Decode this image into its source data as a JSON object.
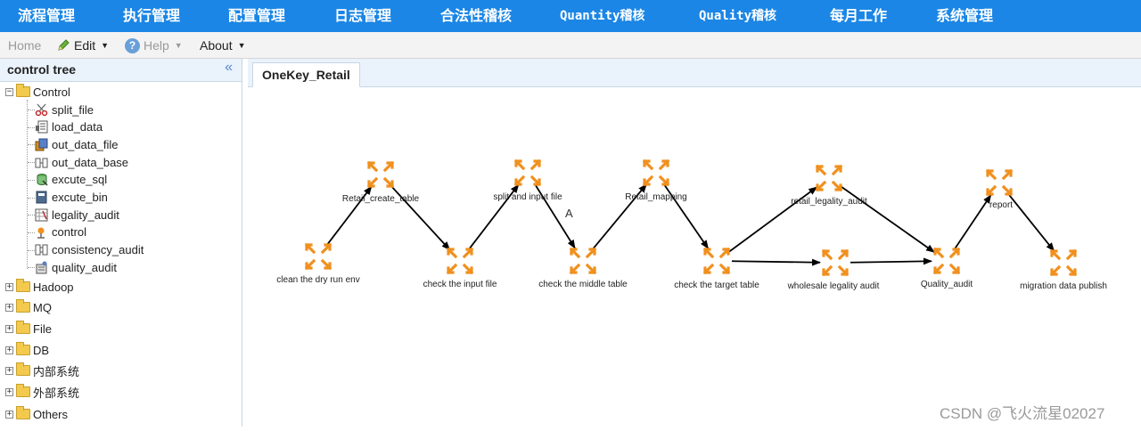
{
  "topnav": {
    "items": [
      {
        "label": "流程管理"
      },
      {
        "label": "执行管理"
      },
      {
        "label": "配置管理"
      },
      {
        "label": "日志管理"
      },
      {
        "label": "合法性稽核"
      },
      {
        "label": "Quantity稽核"
      },
      {
        "label": "Quality稽核"
      },
      {
        "label": "每月工作"
      },
      {
        "label": "系统管理"
      }
    ]
  },
  "menubar": {
    "home": "Home",
    "edit": "Edit",
    "help": "Help",
    "about": "About"
  },
  "sidebar": {
    "title": "control tree",
    "collapse_glyph": "«",
    "root": "Control",
    "children": [
      {
        "label": "split_file",
        "icon": "scissors-icon"
      },
      {
        "label": "load_data",
        "icon": "document-load-icon"
      },
      {
        "label": "out_data_file",
        "icon": "file-export-icon"
      },
      {
        "label": "out_data_base",
        "icon": "database-export-icon"
      },
      {
        "label": "excute_sql",
        "icon": "sql-icon"
      },
      {
        "label": "excute_bin",
        "icon": "binary-icon"
      },
      {
        "label": "legality_audit",
        "icon": "audit-sheet-icon"
      },
      {
        "label": "control",
        "icon": "control-icon"
      },
      {
        "label": "consistency_audit",
        "icon": "consistency-icon"
      },
      {
        "label": "quality_audit",
        "icon": "quality-icon"
      }
    ],
    "folders": [
      {
        "label": "Hadoop"
      },
      {
        "label": "MQ"
      },
      {
        "label": "File"
      },
      {
        "label": "DB"
      },
      {
        "label": "内部系统"
      },
      {
        "label": "外部系统"
      },
      {
        "label": "Others"
      }
    ]
  },
  "tabs": [
    {
      "label": "OneKey_Retail"
    }
  ],
  "flow": {
    "nodes": [
      {
        "id": "n1",
        "label": "clean the dry run env"
      },
      {
        "id": "n2",
        "label": "Retail_create_table"
      },
      {
        "id": "n3",
        "label": "check the input file"
      },
      {
        "id": "n4",
        "label": "split and input file"
      },
      {
        "id": "n5",
        "label": "check the middle table"
      },
      {
        "id": "n6",
        "label": "Retail_mapping"
      },
      {
        "id": "n7",
        "label": "check the target table"
      },
      {
        "id": "n8",
        "label": "retail_legality_audit"
      },
      {
        "id": "n9",
        "label": "wholesale legality audit"
      },
      {
        "id": "n10",
        "label": "Quality_audit"
      },
      {
        "id": "n11",
        "label": "report"
      },
      {
        "id": "n12",
        "label": "migration data publish"
      }
    ],
    "edges": [
      [
        "n1",
        "n2"
      ],
      [
        "n2",
        "n3"
      ],
      [
        "n3",
        "n4"
      ],
      [
        "n4",
        "n5"
      ],
      [
        "n5",
        "n6"
      ],
      [
        "n6",
        "n7"
      ],
      [
        "n7",
        "n8"
      ],
      [
        "n7",
        "n9"
      ],
      [
        "n8",
        "n10"
      ],
      [
        "n9",
        "n10"
      ],
      [
        "n10",
        "n11"
      ],
      [
        "n11",
        "n12"
      ]
    ],
    "annotation": "A",
    "node_icon": "expand-arrows-icon",
    "node_color": "#f0901e"
  },
  "watermark": "CSDN @飞火流星02027",
  "colors": {
    "topnav_bg": "#1b86e5",
    "sidebar_header_bg": "#eaf2fb"
  }
}
